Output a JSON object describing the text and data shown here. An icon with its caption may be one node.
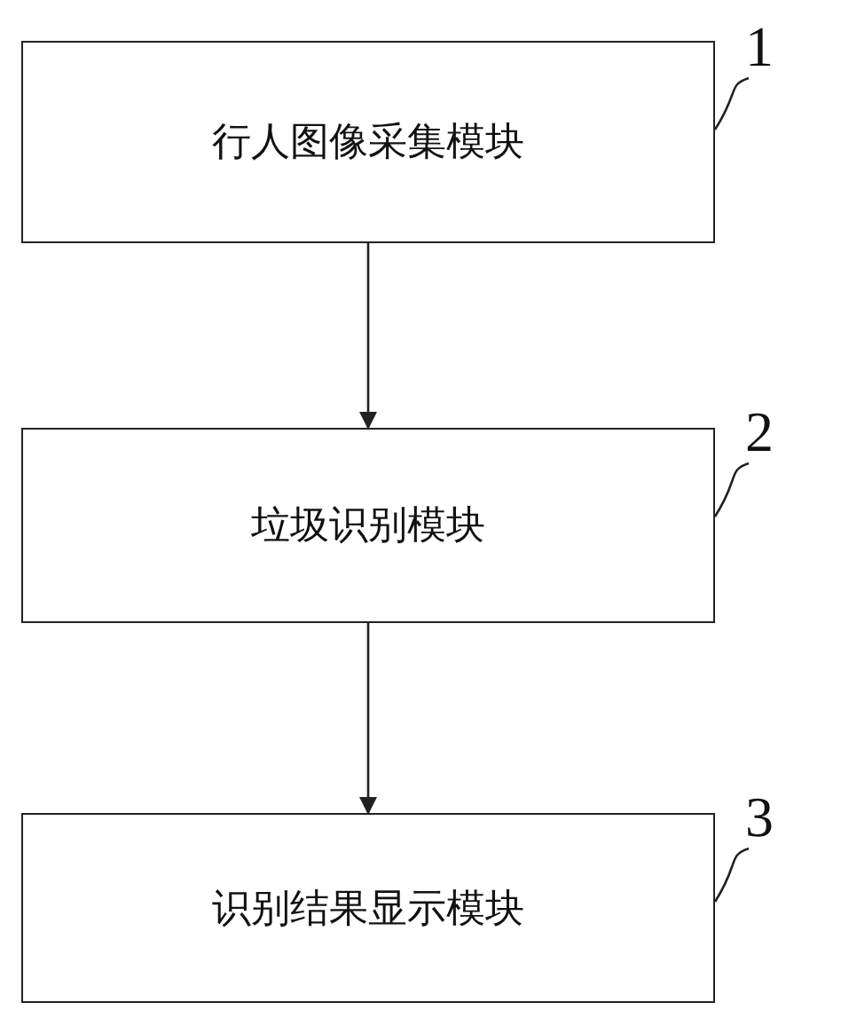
{
  "diagram": {
    "nodes": [
      {
        "text": [
          "行人图像采集模块"
        ]
      },
      {
        "text": [
          "垃圾识别模块"
        ]
      },
      {
        "text": [
          "识别结果显示模块"
        ]
      },
      {
        "text": [
          "1"
        ]
      },
      {
        "text": [
          "2"
        ]
      },
      {
        "text": [
          "3"
        ]
      }
    ],
    "edges": [
      {
        "from": 0,
        "to": 1,
        "arrow": "to"
      },
      {
        "from": 1,
        "to": 2,
        "arrow": "to"
      },
      {
        "from": 3,
        "to": 0,
        "arrow": "none"
      },
      {
        "from": 4,
        "to": 1,
        "arrow": "none"
      },
      {
        "from": 5,
        "to": 2,
        "arrow": "none"
      }
    ]
  }
}
